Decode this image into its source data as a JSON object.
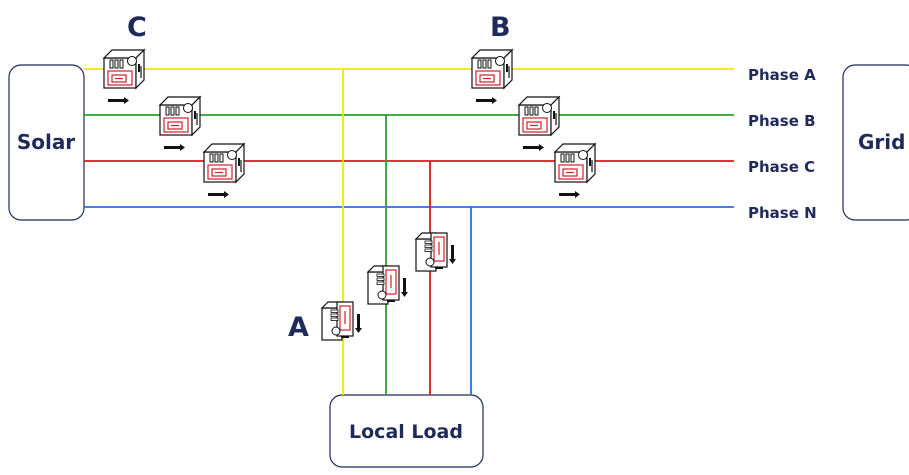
{
  "boxes": {
    "solar": "Solar",
    "grid": "Grid",
    "local_load": "Local Load"
  },
  "phases": [
    {
      "label": "Phase A",
      "color": "#f5e600"
    },
    {
      "label": "Phase B",
      "color": "#2aa12a"
    },
    {
      "label": "Phase C",
      "color": "#e0141e"
    },
    {
      "label": "Phase N",
      "color": "#2a6fdb"
    }
  ],
  "group_labels": {
    "a": "A",
    "b": "B",
    "c": "C"
  },
  "colors": {
    "text": "#1f2a5a",
    "outline": "#1f2a5a",
    "meter_accent": "#d01e2a"
  },
  "icons": [
    "current-transformer-icon",
    "arrow-right-icon",
    "arrow-down-icon"
  ]
}
